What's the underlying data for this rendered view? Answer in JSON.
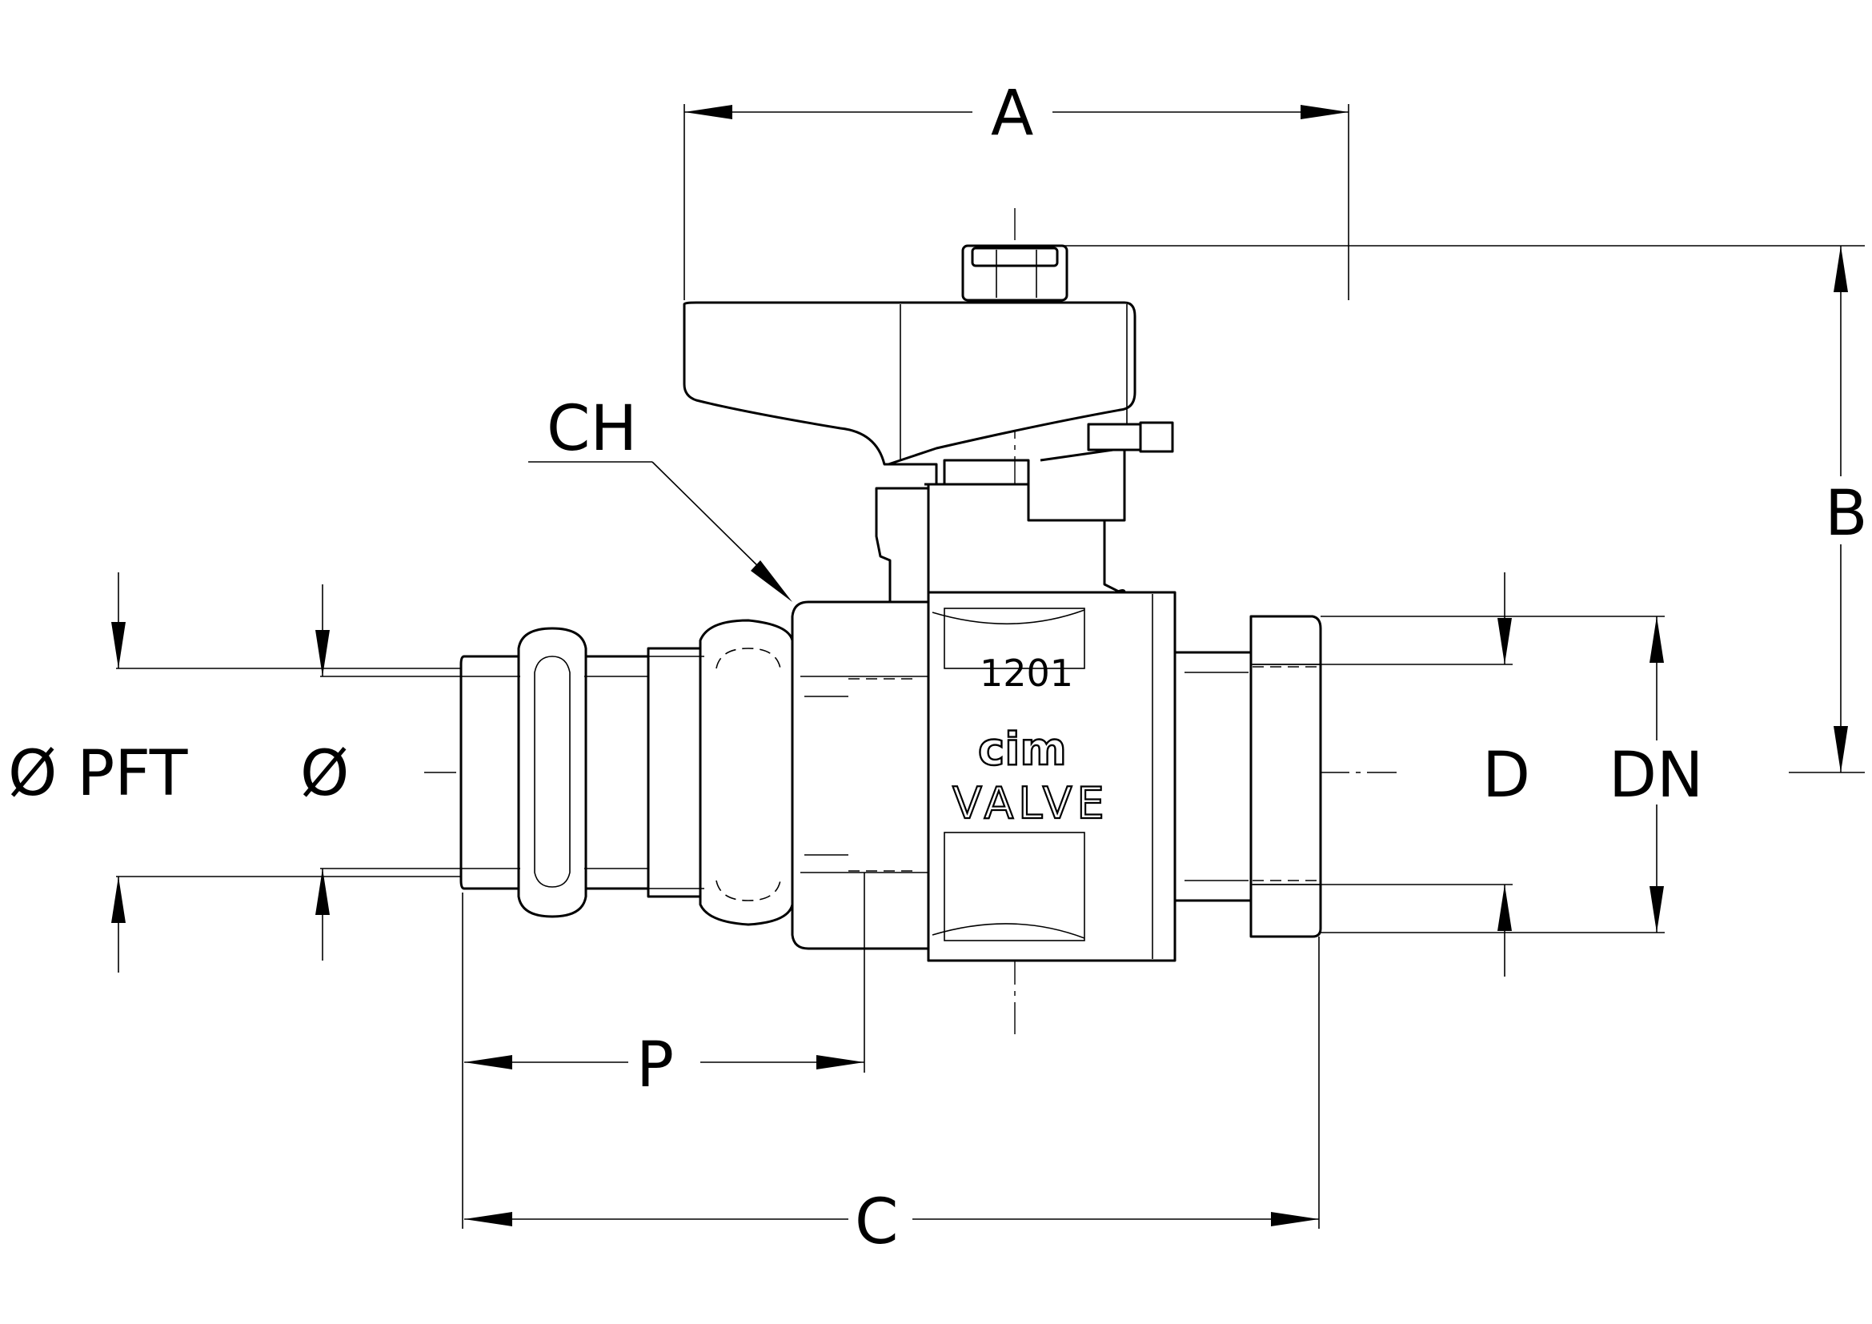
{
  "drawing": {
    "dimension_labels": {
      "A": "A",
      "B": "B",
      "C": "C",
      "D": "D",
      "DN": "DN",
      "P": "P",
      "CH": "CH",
      "phi_pft": "Ø PFT",
      "phi": "Ø"
    },
    "body_markings": {
      "code": "1201",
      "brand": "cim",
      "word": "VALVE"
    }
  }
}
